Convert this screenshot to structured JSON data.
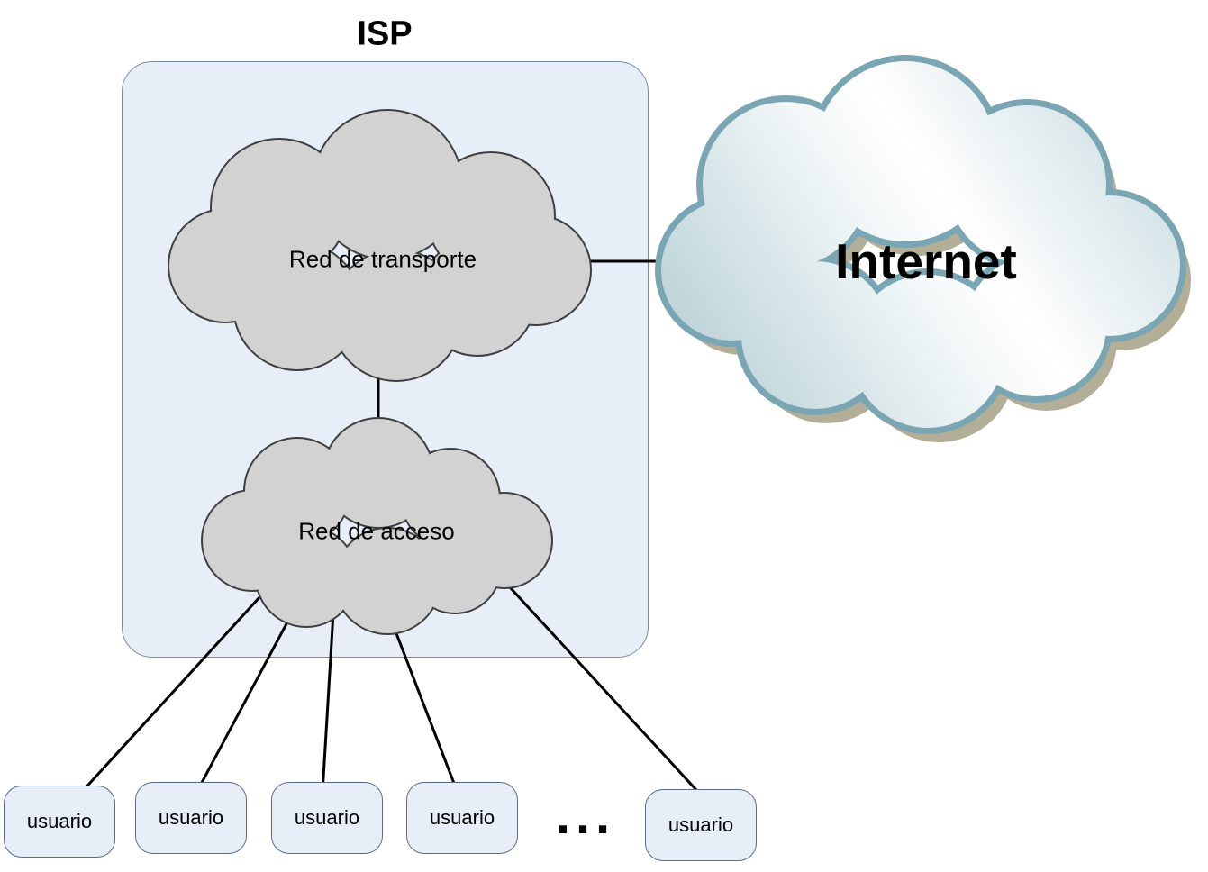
{
  "diagram": {
    "title": "ISP",
    "clouds": {
      "transport": {
        "label": "Red de transporte"
      },
      "access": {
        "label": "Red de acceso"
      },
      "internet": {
        "label": "Internet"
      }
    },
    "users": [
      {
        "label": "usuario"
      },
      {
        "label": "usuario"
      },
      {
        "label": "usuario"
      },
      {
        "label": "usuario"
      },
      {
        "label": "usuario"
      }
    ],
    "ellipsis": "...",
    "colors": {
      "isp_box_fill": "#e8eef8",
      "user_box_fill": "#e8eef8",
      "cloud_gray_fill": "#d2d2d2",
      "cloud_gray_stroke": "#3f3f3f",
      "internet_stroke": "#7aa6b3",
      "internet_shadow": "#b3ae97",
      "connector": "#000000"
    }
  }
}
